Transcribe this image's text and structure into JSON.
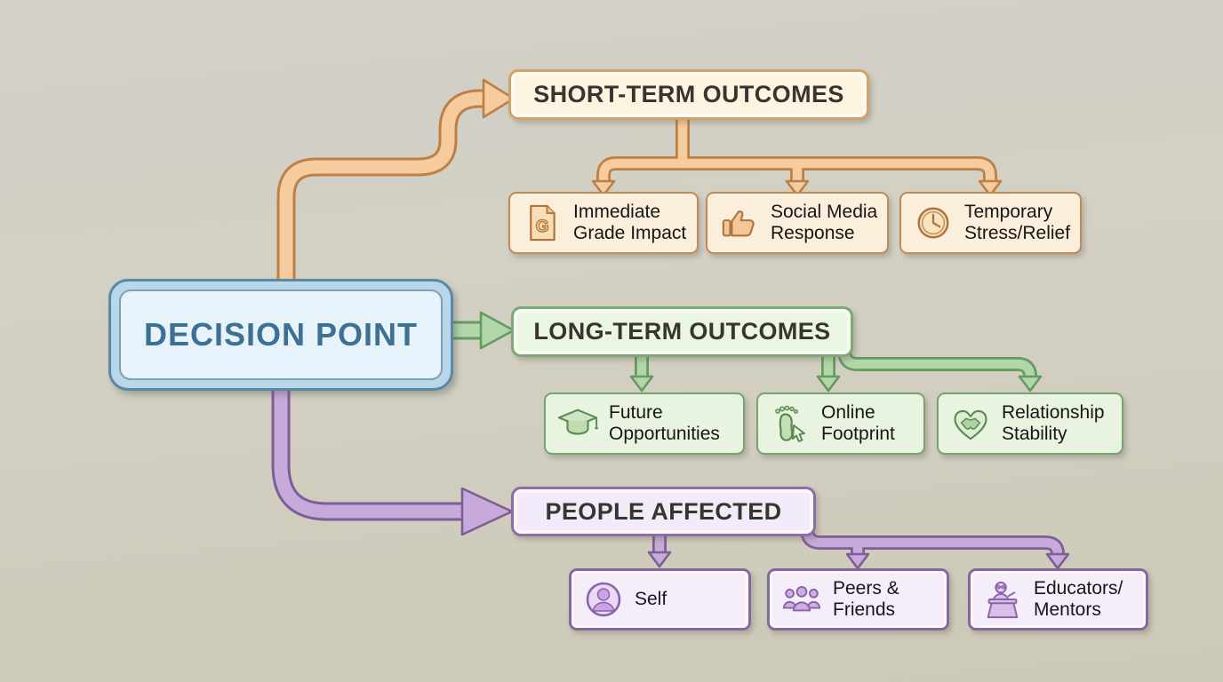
{
  "canvas": {
    "background": "#d2cfc2"
  },
  "decision_point": {
    "label": "DECISION POINT",
    "accent": "#5c88a6"
  },
  "branches": [
    {
      "id": "short-term",
      "label": "SHORT-TERM OUTCOMES",
      "accent": "#bc8047",
      "children": [
        {
          "icon": "grade-document-icon",
          "icon_letter": "G",
          "lines": [
            "Immediate",
            "Grade Impact"
          ]
        },
        {
          "icon": "thumbs-up-icon",
          "lines": [
            "Social Media",
            "Response"
          ]
        },
        {
          "icon": "clock-icon",
          "lines": [
            "Temporary",
            "Stress/Relief"
          ]
        }
      ]
    },
    {
      "id": "long-term",
      "label": "LONG-TERM OUTCOMES",
      "accent": "#669a62",
      "children": [
        {
          "icon": "graduation-cap-icon",
          "lines": [
            "Future",
            "Opportunities"
          ]
        },
        {
          "icon": "footprint-cursor-icon",
          "lines": [
            "Online",
            "Footprint"
          ]
        },
        {
          "icon": "heart-handshake-icon",
          "lines": [
            "Relationship",
            "Stability"
          ]
        }
      ]
    },
    {
      "id": "people",
      "label": "PEOPLE AFFECTED",
      "accent": "#7d5f96",
      "children": [
        {
          "icon": "person-icon",
          "lines": [
            "Self"
          ]
        },
        {
          "icon": "group-icon",
          "lines": [
            "Peers &",
            "Friends"
          ]
        },
        {
          "icon": "educator-podium-icon",
          "lines": [
            "Educators/",
            "Mentors"
          ]
        }
      ]
    }
  ]
}
